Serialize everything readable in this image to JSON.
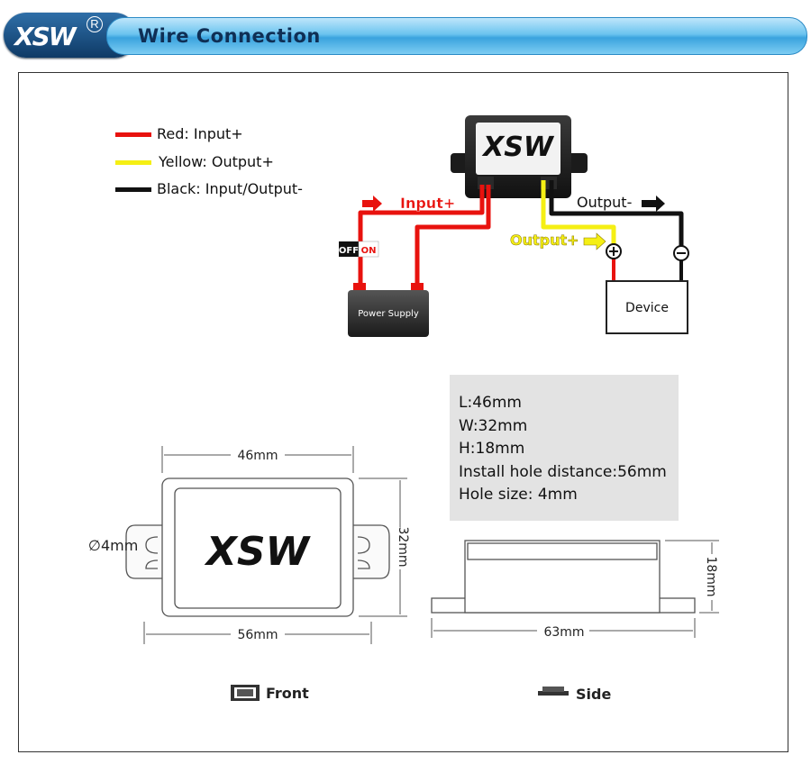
{
  "header": {
    "logo_text": "XSW",
    "logo_mark": "R",
    "title": "Wire Connection"
  },
  "legend": [
    {
      "color": "#e8120e",
      "label": "Red: Input+"
    },
    {
      "color": "#f5ef14",
      "label": "Yellow: Output+"
    },
    {
      "color": "#111111",
      "label": "Black: Input/Output-"
    }
  ],
  "wiring": {
    "module_logo": "XSW",
    "input_label": "Input+",
    "output_plus_label": "Output+",
    "output_minus_label": "Output-",
    "switch_off": "OFF",
    "switch_on": "ON",
    "power_supply_label": "Power Supply",
    "device_label": "Device"
  },
  "specs": [
    "L:46mm",
    "W:32mm",
    "H:18mm",
    "Install hole distance:56mm",
    "Hole size: 4mm"
  ],
  "front_view": {
    "logo": "XSW",
    "width_label": "46mm",
    "height_label": "32mm",
    "hole_label": "∅4mm",
    "total_label": "56mm",
    "caption": "Front"
  },
  "side_view": {
    "height_label": "18mm",
    "total_label": "63mm",
    "caption": "Side"
  },
  "colors": {
    "red": "#e8120e",
    "yellow": "#f5ef14",
    "black": "#111111",
    "title_blue": "#3aa3de"
  }
}
